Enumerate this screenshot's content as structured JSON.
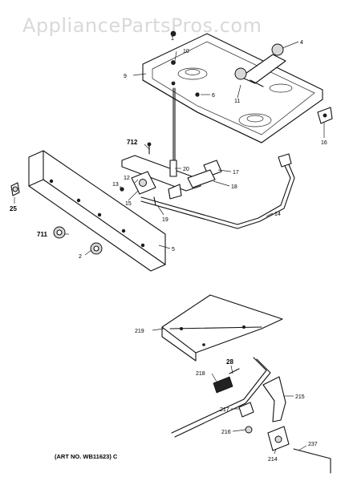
{
  "watermark": "AppliancePartsPros.com",
  "caption": "(ART NO. WB11623) C",
  "callouts": {
    "c1": "1",
    "c2": "2",
    "c4": "4",
    "c5": "5",
    "c6": "6",
    "c9": "9",
    "c10": "10",
    "c11": "11",
    "c12": "12",
    "c13": "13",
    "c14": "14",
    "c15": "15",
    "c16": "16",
    "c17": "17",
    "c18": "18",
    "c19": "19",
    "c20": "20",
    "c25": "25",
    "c28": "28",
    "c214": "214",
    "c215": "215",
    "c216": "216",
    "c217": "217",
    "c218": "218",
    "c219": "219",
    "c237": "237",
    "c711": "711",
    "c712": "712"
  }
}
